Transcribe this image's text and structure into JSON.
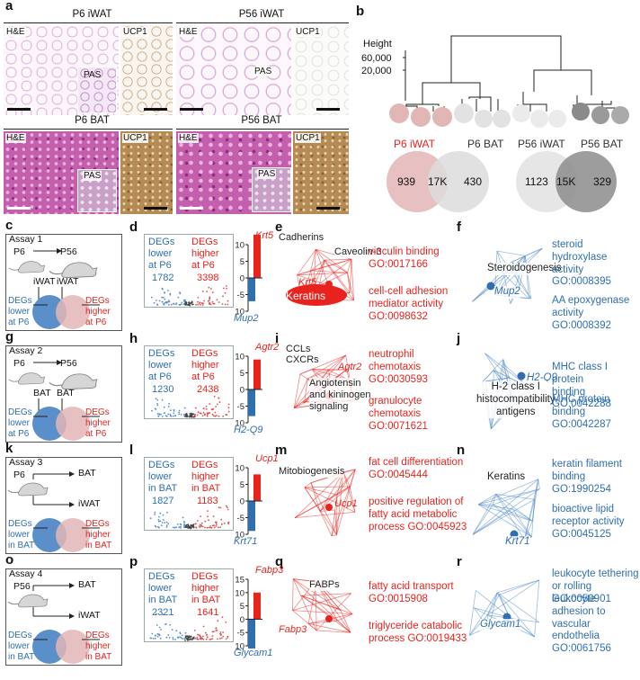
{
  "panels": {
    "a": "a",
    "b": "b",
    "c": "c",
    "d": "d",
    "e": "e",
    "f": "f",
    "g": "g",
    "h": "h",
    "i": "i",
    "j": "j",
    "k": "k",
    "l": "l",
    "m": "m",
    "n": "n",
    "o": "o",
    "p": "p",
    "q": "q",
    "r": "r"
  },
  "histology": {
    "p6_iwat": "P6 iWAT",
    "p56_iwat": "P56 iWAT",
    "p6_bat": "P6 BAT",
    "p56_bat": "P56 BAT",
    "he": "H&E",
    "ucp1": "UCP1",
    "pas": "PAS"
  },
  "dendrogram": {
    "height_label": "Height",
    "ticks": [
      "60,000",
      "20,000"
    ],
    "group_labels": [
      "P6 iWAT",
      "P6 BAT",
      "P56 iWAT",
      "P56 BAT"
    ],
    "group_colors": [
      "#e8231d",
      "#444",
      "#444",
      "#444"
    ],
    "venn_left": {
      "a": "939",
      "both": "17K",
      "b": "430"
    },
    "venn_right": {
      "a": "1123",
      "both": "15K",
      "b": "329"
    }
  },
  "assays": [
    {
      "title": "Assay 1",
      "left_age": "P6",
      "right_age": "P56",
      "left_tissue": "iWAT",
      "right_tissue": "iWAT",
      "lower": "DEGs\nlower\nat P6",
      "higher": "DEGs\nhigher\nat P6",
      "volcano": {
        "lower": "DEGs\nlower\nat P6",
        "higher": "DEGs\nhigher\nat P6",
        "n_lower": "1782",
        "n_higher": "3398"
      },
      "bar": {
        "up_gene": "Krt5",
        "down_gene": "Mup2",
        "ticks": [
          "10",
          "5",
          "0",
          "-5",
          "-10"
        ],
        "up": 13,
        "down": -7
      },
      "net_red": {
        "labels": [
          "Cadherins",
          "Caveolin-3",
          "Krt5",
          "Keratins"
        ],
        "go": [
          "vinculin binding\nGO:0017166",
          "cell-cell adhesion\nmediator activity\nGO:0098632"
        ]
      },
      "net_blue": {
        "labels": [
          "Steroidogenesis",
          "Mup2"
        ],
        "go": [
          "steroid\nhydroxylase\nactivity\nGO:0008395",
          "AA epoxygenase\nactivity GO:0008392"
        ]
      }
    },
    {
      "title": "Assay 2",
      "left_age": "P6",
      "right_age": "P56",
      "left_tissue": "BAT",
      "right_tissue": "BAT",
      "lower": "DEGs\nlower\nat P6",
      "higher": "DEGs\nhigher\nat P6",
      "volcano": {
        "lower": "DEGs\nlower\nat P6",
        "higher": "DEGs\nhigher\nat P6",
        "n_lower": "1230",
        "n_higher": "2438"
      },
      "bar": {
        "up_gene": "Agtr2",
        "down_gene": "H2-Q9",
        "ticks": [
          "10",
          "5",
          "0",
          "-5",
          "-10"
        ],
        "up": 9,
        "down": -8
      },
      "net_red": {
        "labels": [
          "CCLs",
          "CXCRs",
          "Agtr2",
          "Angiotensin\nand kininogen\nsignaling"
        ],
        "go": [
          "neutrophil\nchemotaxis\nGO:0030593",
          "granulocyte\nchemotaxis\nGO:0071621"
        ]
      },
      "net_blue": {
        "labels": [
          "H2-Q9",
          "H-2 class I\nhistocompatibility\nantigens"
        ],
        "go": [
          "MHC class I protein\nbinding GO:0042288",
          "MHC protein binding\nGO:0042287"
        ]
      }
    },
    {
      "title": "Assay 3",
      "left_age": "P6",
      "to_top": "BAT",
      "to_bottom": "iWAT",
      "lower": "DEGs\nlower\nin BAT",
      "higher": "DEGs\nhigher\nin BAT",
      "volcano": {
        "lower": "DEGs\nlower\nin BAT",
        "higher": "DEGs\nhigher\nin BAT",
        "n_lower": "1827",
        "n_higher": "1183"
      },
      "bar": {
        "up_gene": "Ucp1",
        "down_gene": "Krt71",
        "ticks": [
          "10",
          "5",
          "0",
          "-5",
          "-10"
        ],
        "up": 8,
        "down": -9
      },
      "net_red": {
        "labels": [
          "Mitobiogenesis",
          "Ucp1"
        ],
        "go": [
          "fat cell differentiation\nGO:0045444",
          "positive regulation of\nfatty acid metabolic\nprocess GO:0045923"
        ]
      },
      "net_blue": {
        "labels": [
          "Keratins",
          "Krt71"
        ],
        "go": [
          "keratin filament\nbinding\nGO:1990254",
          "bioactive lipid\nreceptor activity\nGO:0045125"
        ]
      }
    },
    {
      "title": "Assay 4",
      "left_age": "P56",
      "to_top": "BAT",
      "to_bottom": "iWAT",
      "lower": "DEGs\nlower\nin BAT",
      "higher": "DEGs\nhigher\nin BAT",
      "volcano": {
        "lower": "DEGs\nlower\nin BAT",
        "higher": "DEGs\nhigher\nin BAT",
        "n_lower": "2321",
        "n_higher": "1641"
      },
      "bar": {
        "up_gene": "Fabp3",
        "down_gene": "Glycam1",
        "ticks": [
          "15",
          "10",
          "5",
          "0",
          "-5",
          "-10"
        ],
        "up": 10,
        "down": -11
      },
      "net_red": {
        "labels": [
          "FABPs",
          "Fabp3"
        ],
        "go": [
          "fatty acid transport\nGO:0015908",
          "triglyceride catabolic\nprocess GO:0019433"
        ]
      },
      "net_blue": {
        "labels": [
          "Glycam1"
        ],
        "go": [
          "leukocyte tethering\nor rolling GO:0050901",
          "leukocyte adhesion to\nvascular endothelia\nGO:0061756"
        ]
      }
    }
  ],
  "colors": {
    "red": "#e8231d",
    "blue": "#2f6fb0",
    "venn_blue": "#5b8fc9",
    "venn_pink": "#e3b6b6"
  }
}
